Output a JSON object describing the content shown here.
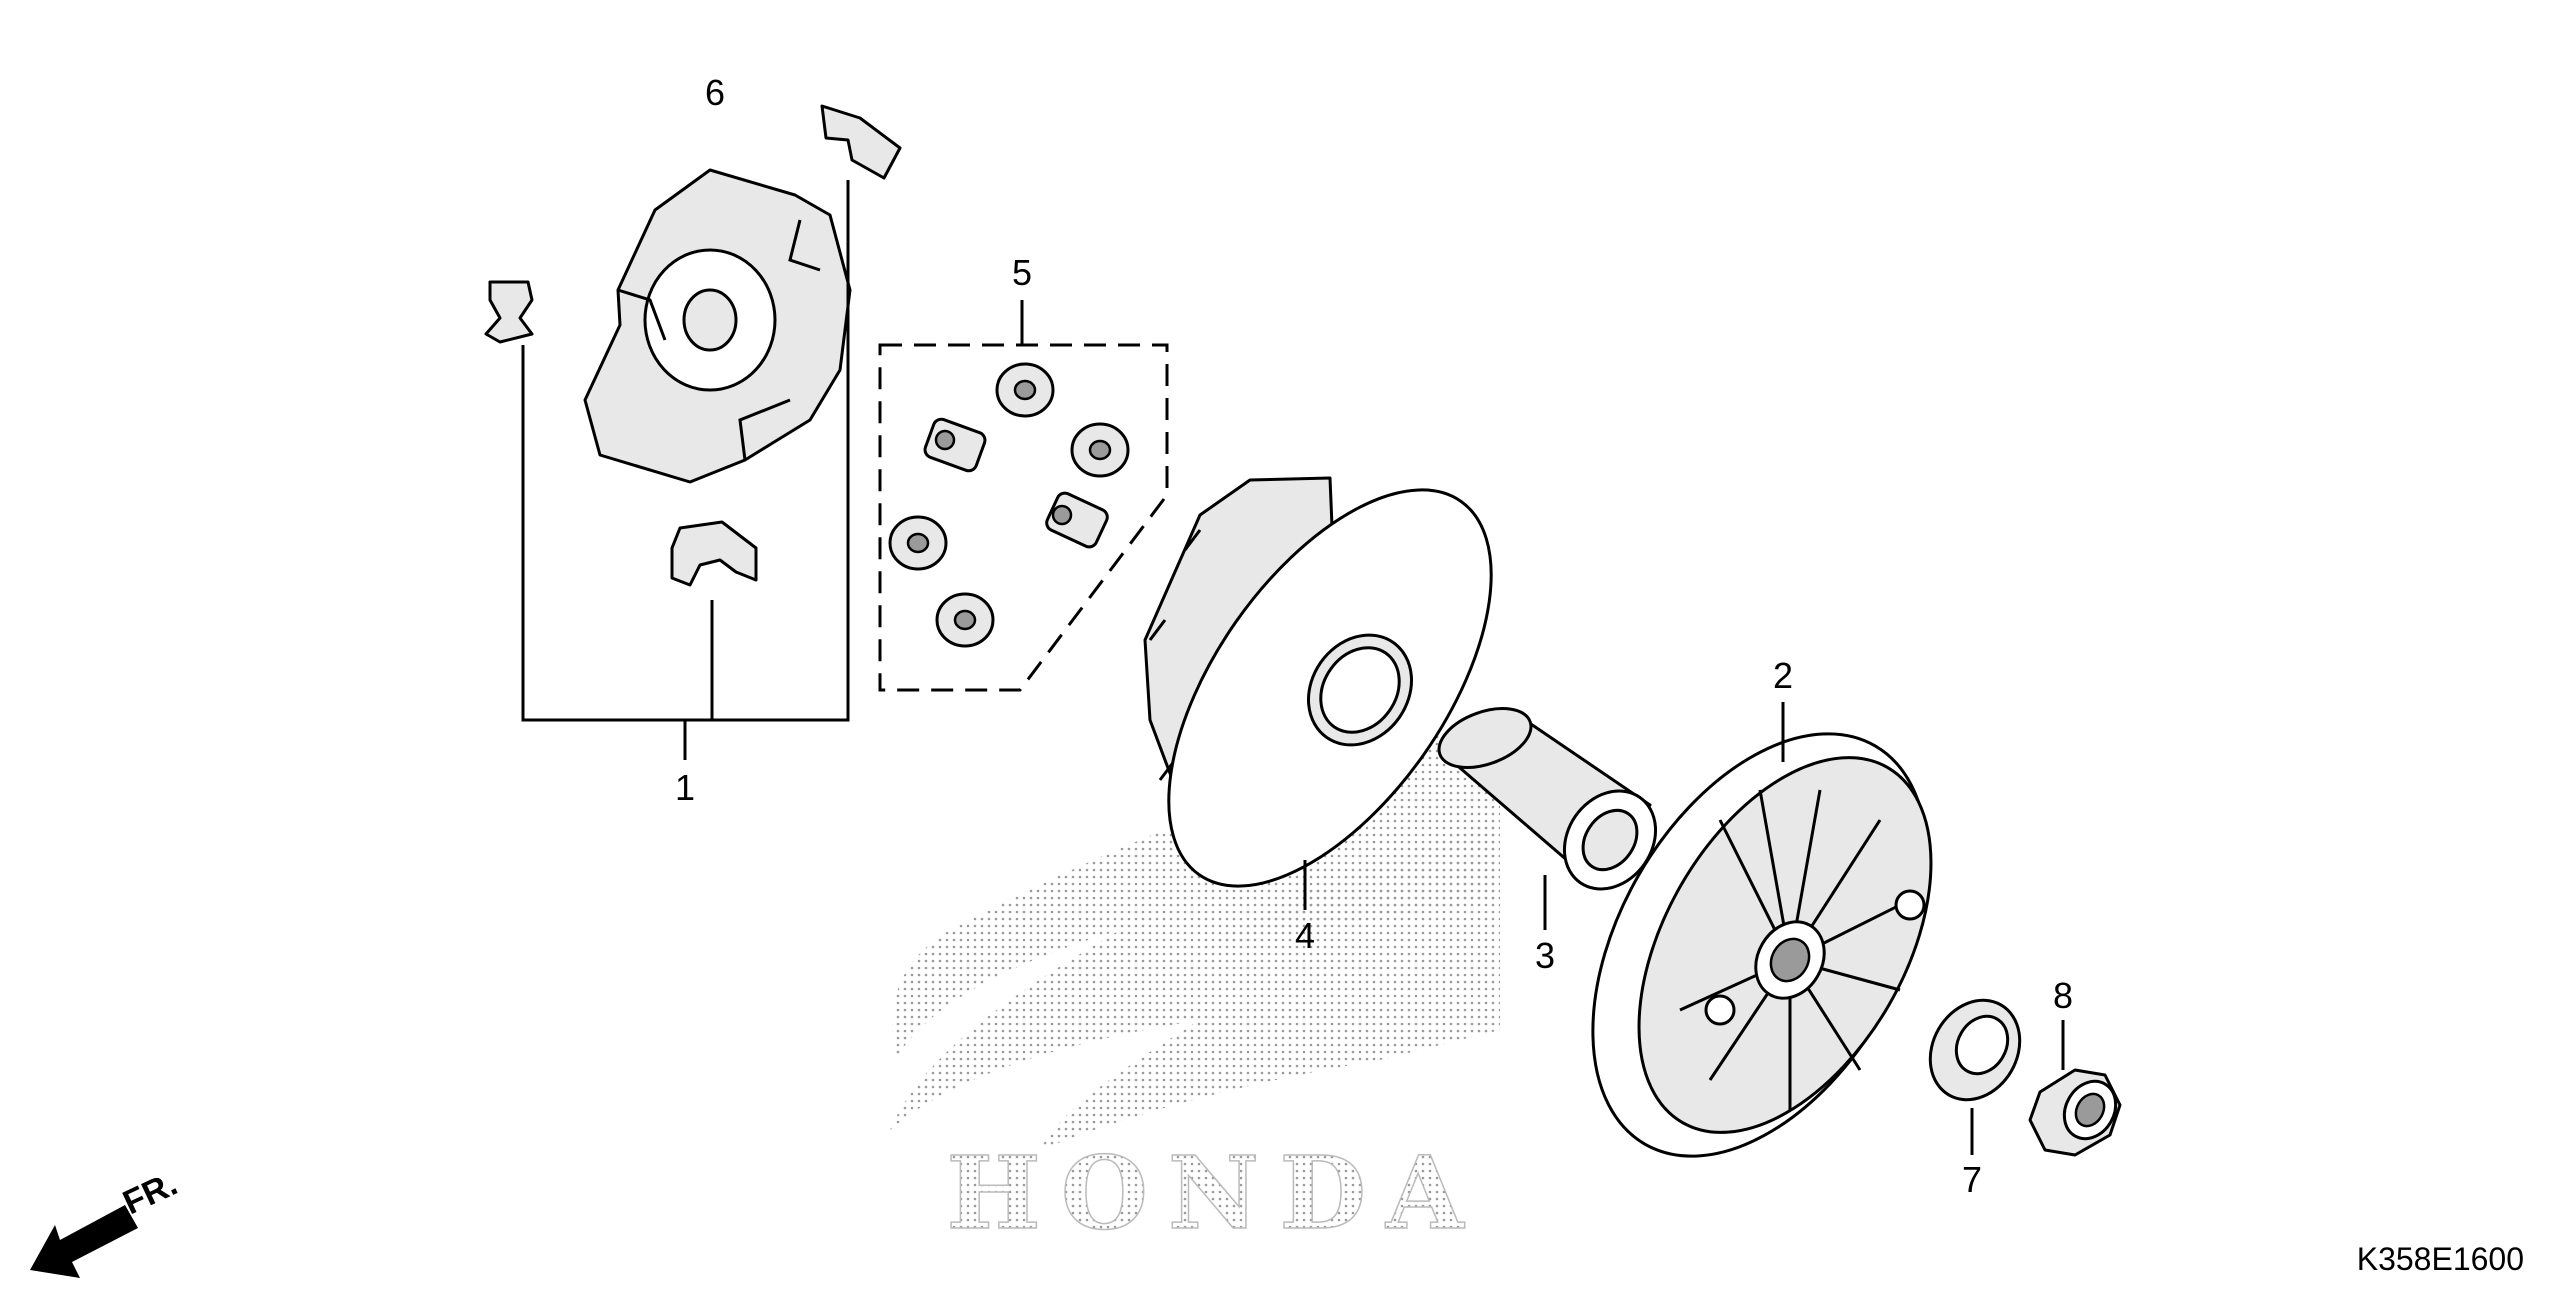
{
  "diagram": {
    "callouts": {
      "part_1": "1",
      "part_2": "2",
      "part_3": "3",
      "part_4": "4",
      "part_5": "5",
      "part_6": "6",
      "part_7": "7",
      "part_8": "8"
    },
    "front_arrow_label": "FR.",
    "watermark_text": "HONDA",
    "drawing_code": "K358E1600"
  }
}
